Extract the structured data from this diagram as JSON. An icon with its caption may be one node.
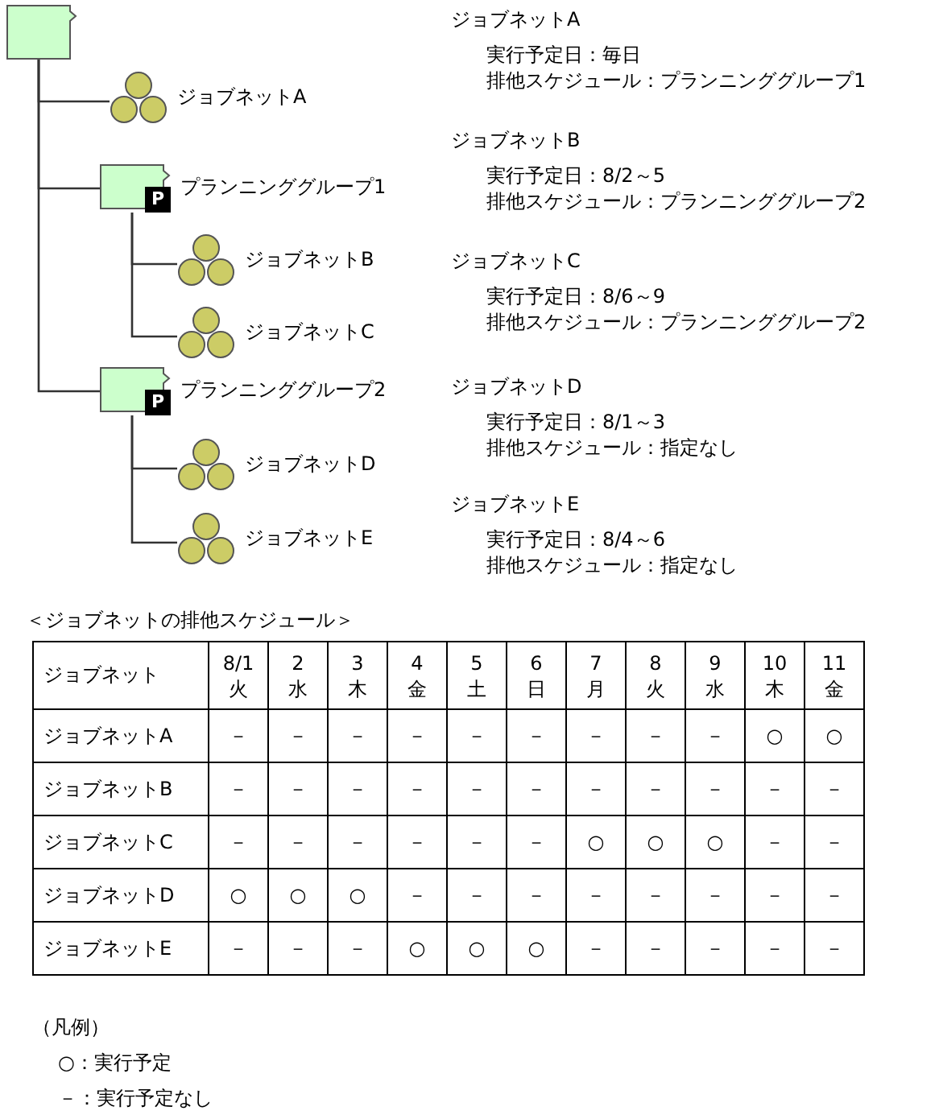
{
  "diagram": {
    "nodes": [
      {
        "text": [],
        "shape": "box"
      },
      {
        "text": [
          "ジョブネットA"
        ]
      },
      {
        "text": [
          "P",
          "プランニンググループ1"
        ]
      },
      {
        "text": [
          "ジョブネットB"
        ]
      },
      {
        "text": [
          "ジョブネットC"
        ]
      },
      {
        "text": [
          "P",
          "プランニンググループ2"
        ]
      },
      {
        "text": [
          "ジョブネットD"
        ]
      },
      {
        "text": [
          "ジョブネットE"
        ]
      }
    ],
    "edges": [
      {
        "from": 0,
        "to": 1,
        "arrow": "none"
      },
      {
        "from": 0,
        "to": 2,
        "arrow": "none"
      },
      {
        "from": 2,
        "to": 3,
        "arrow": "none"
      },
      {
        "from": 2,
        "to": 4,
        "arrow": "none"
      },
      {
        "from": 0,
        "to": 5,
        "arrow": "none"
      },
      {
        "from": 5,
        "to": 6,
        "arrow": "none"
      },
      {
        "from": 5,
        "to": 7,
        "arrow": "none"
      }
    ],
    "labels": [
      "ジョブネットA",
      "実行予定日：毎日",
      "排他スケジュール：プランニンググループ1",
      "ジョブネットB",
      "実行予定日：8/2～5",
      "排他スケジュール：プランニンググループ2",
      "ジョブネットC",
      "実行予定日：8/6～9",
      "排他スケジュール：プランニンググループ2",
      "ジョブネットD",
      "実行予定日：8/1～3",
      "排他スケジュール：指定なし",
      "ジョブネットE",
      "実行予定日：8/4～6",
      "排他スケジュール：指定なし",
      "＜ジョブネットの排他スケジュール＞",
      "ジョブネット",
      "8/1 火",
      "2 水",
      "3 木",
      "4 金",
      "5 土",
      "6 日",
      "7 月",
      "8 火",
      "9 水",
      "10 木",
      "11 金",
      "ジョブネットA",
      "－",
      "－",
      "－",
      "－",
      "－",
      "－",
      "－",
      "－",
      "－",
      "○",
      "○",
      "ジョブネットB",
      "－",
      "－",
      "－",
      "－",
      "－",
      "－",
      "－",
      "－",
      "－",
      "－",
      "－",
      "ジョブネットC",
      "－",
      "－",
      "－",
      "－",
      "－",
      "－",
      "○",
      "○",
      "○",
      "－",
      "－",
      "ジョブネットD",
      "○",
      "○",
      "○",
      "－",
      "－",
      "－",
      "－",
      "－",
      "－",
      "－",
      "－",
      "ジョブネットE",
      "－",
      "－",
      "－",
      "○",
      "○",
      "○",
      "－",
      "－",
      "－",
      "－",
      "－",
      "（凡例）",
      "○：実行予定",
      "－：実行予定なし"
    ]
  }
}
